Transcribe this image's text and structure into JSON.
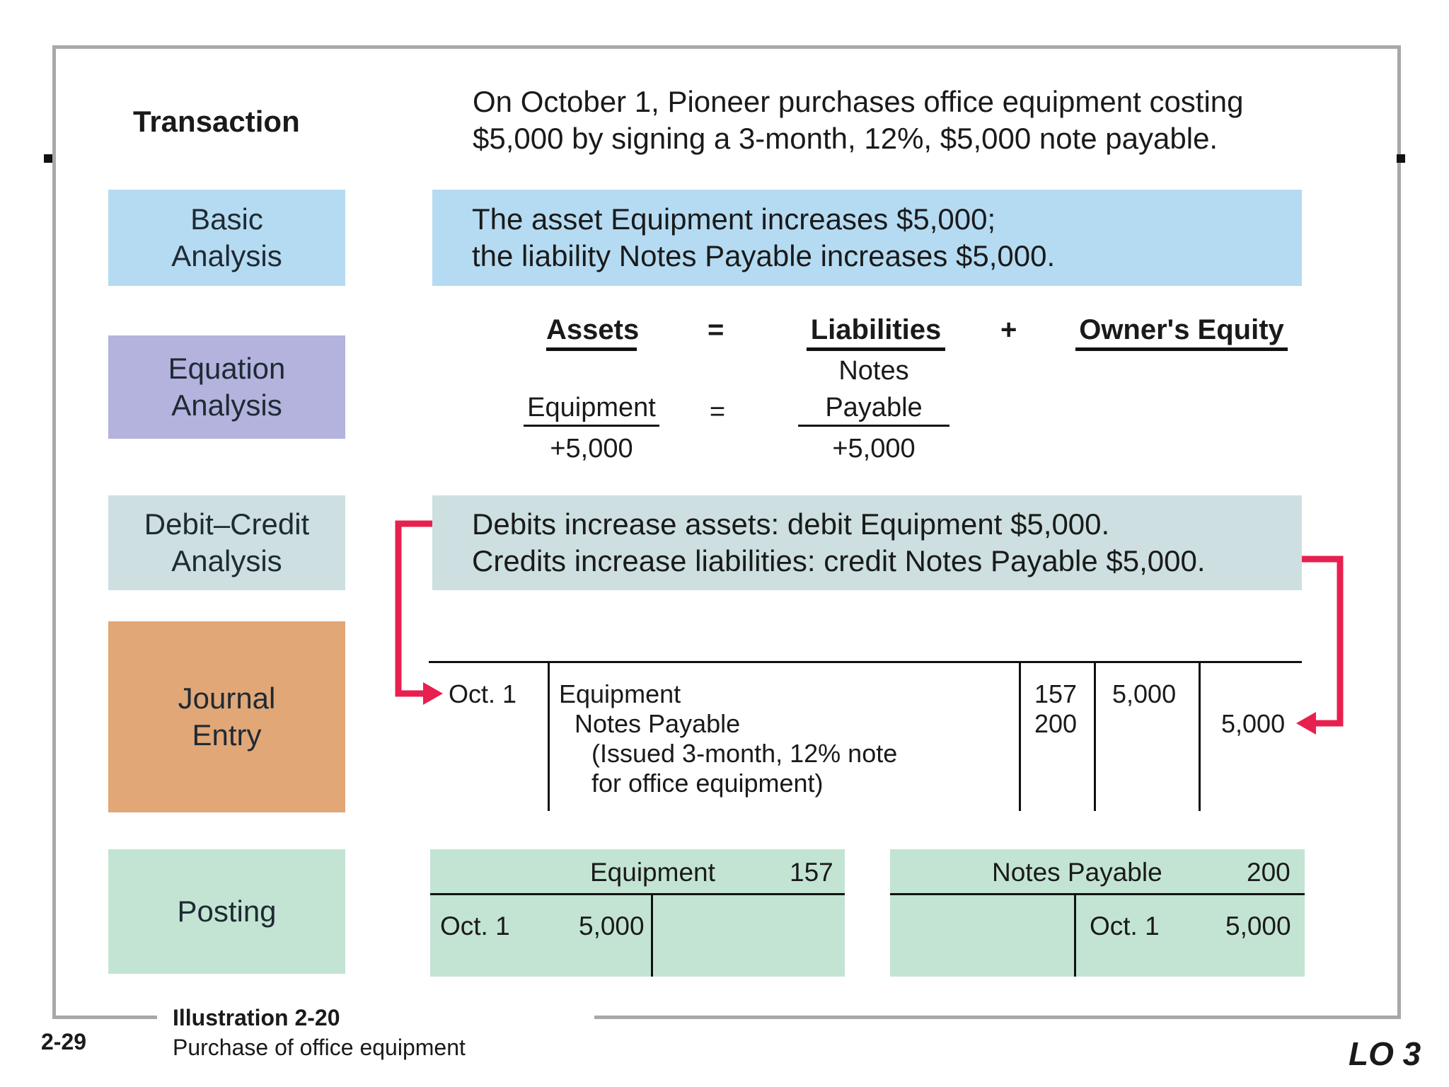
{
  "transaction": {
    "label": "Transaction",
    "description": "On October 1, Pioneer purchases office equipment costing\n$5,000 by signing a 3-month, 12%, $5,000 note payable."
  },
  "basic_analysis": {
    "label": "Basic\nAnalysis",
    "text": "The asset Equipment increases $5,000;\nthe liability Notes Payable increases $5,000."
  },
  "equation_analysis": {
    "label": "Equation\nAnalysis",
    "headers": {
      "assets": "Assets",
      "equals": "=",
      "liabilities": "Liabilities",
      "plus": "+",
      "equity": "Owner's Equity"
    },
    "asset_account": "Equipment",
    "equals_sign": "=",
    "liability_account": "Notes\nPayable",
    "asset_change": "+5,000",
    "liability_change": "+5,000"
  },
  "debit_credit_analysis": {
    "label": "Debit–Credit\nAnalysis",
    "text": "Debits increase assets: debit Equipment $5,000.\nCredits increase liabilities: credit Notes Payable $5,000."
  },
  "journal_entry": {
    "label": "Journal\nEntry",
    "date": "Oct. 1",
    "debit_account": "Equipment",
    "credit_account": "Notes Payable",
    "explanation_1": "(Issued 3-month, 12% note",
    "explanation_2": "for office equipment)",
    "ref_debit": "157",
    "ref_credit": "200",
    "debit_amount": "5,000",
    "credit_amount": "5,000"
  },
  "posting": {
    "label": "Posting",
    "equipment": {
      "name": "Equipment",
      "number": "157",
      "date": "Oct. 1",
      "amount": "5,000"
    },
    "notes_payable": {
      "name": "Notes Payable",
      "number": "200",
      "date": "Oct. 1",
      "amount": "5,000"
    }
  },
  "footer": {
    "page": "2-29",
    "illustration": "Illustration 2-20",
    "caption": "Purchase of office equipment",
    "lo": "LO 3"
  },
  "colors": {
    "basic": "#b5dbf2",
    "equation": "#b3b3de",
    "debit_credit": "#cddfe0",
    "journal": "#e1a777",
    "posting": "#c3e4d3",
    "arrow": "#e8204f",
    "frame": "#a8a8a8"
  }
}
